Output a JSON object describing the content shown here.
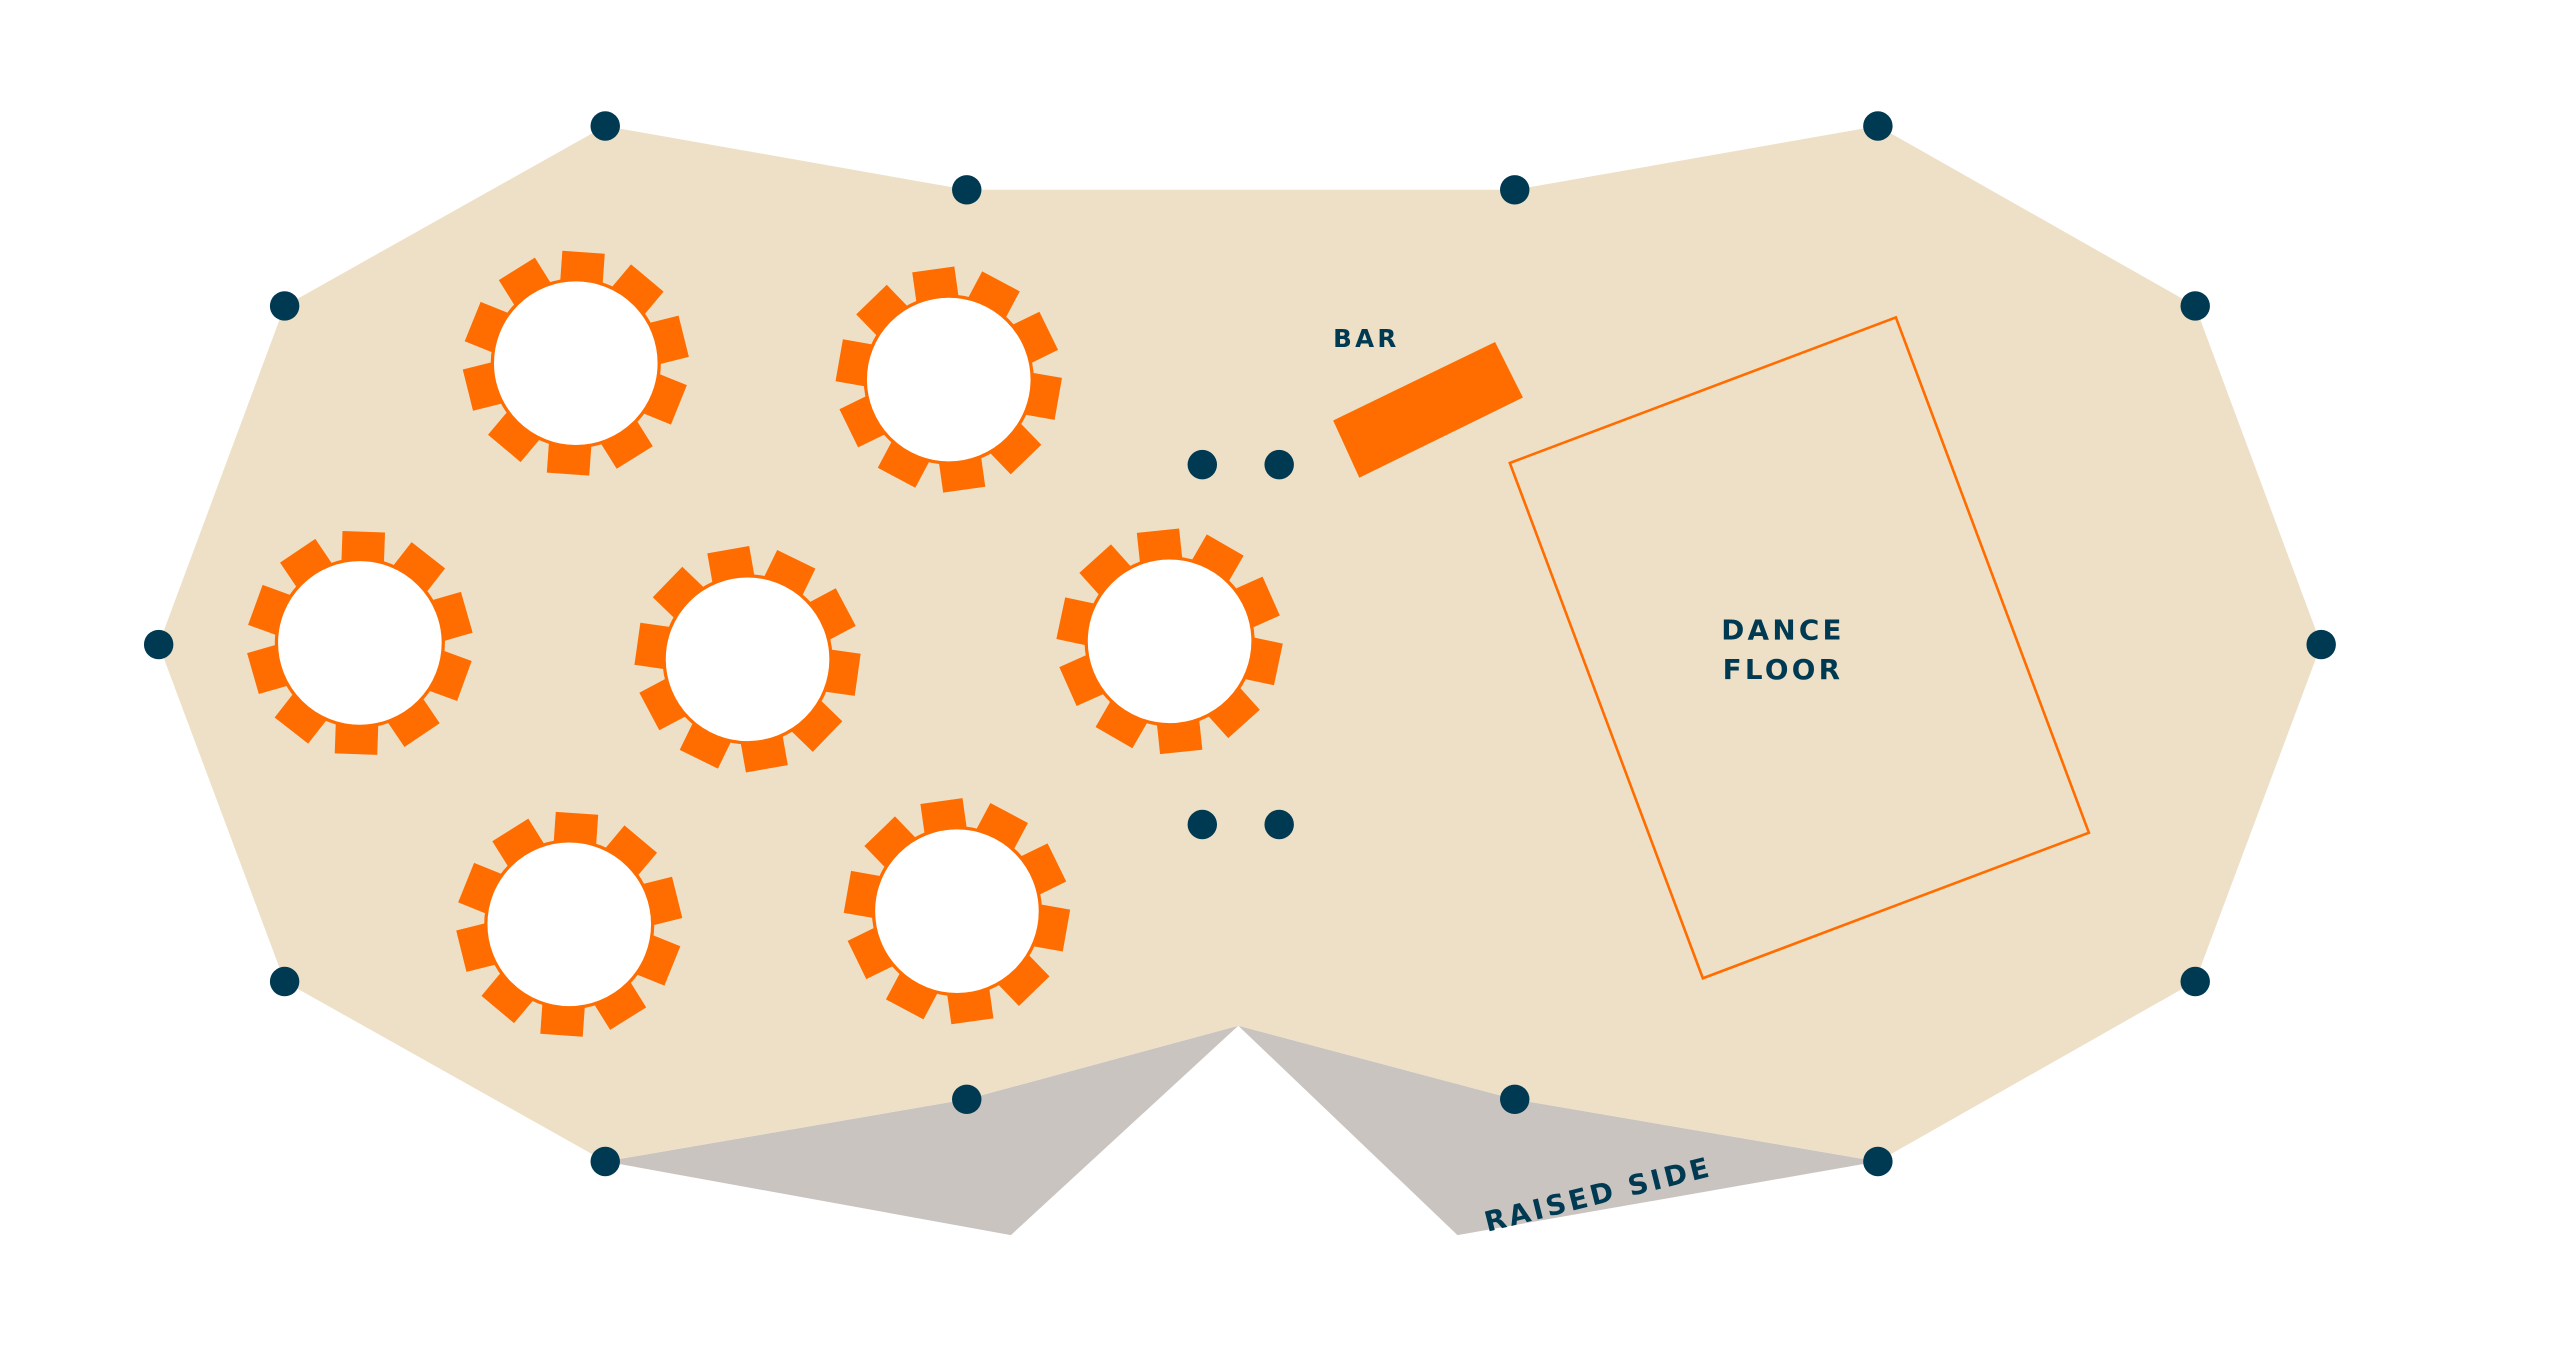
{
  "colors": {
    "venue_floor": "#eee0c6",
    "raised_side": "#cac4c0",
    "furniture": "#ff6d00",
    "pillar": "#003a52",
    "label": "#003a52",
    "background": "#ffffff"
  },
  "labels": {
    "bar": "BAR",
    "dance_floor_line1": "DANCE",
    "dance_floor_line2": "FLOOR",
    "raised_side": "RAISED SIDE"
  },
  "tables": {
    "count": 7,
    "chairs_per_table": 10
  }
}
